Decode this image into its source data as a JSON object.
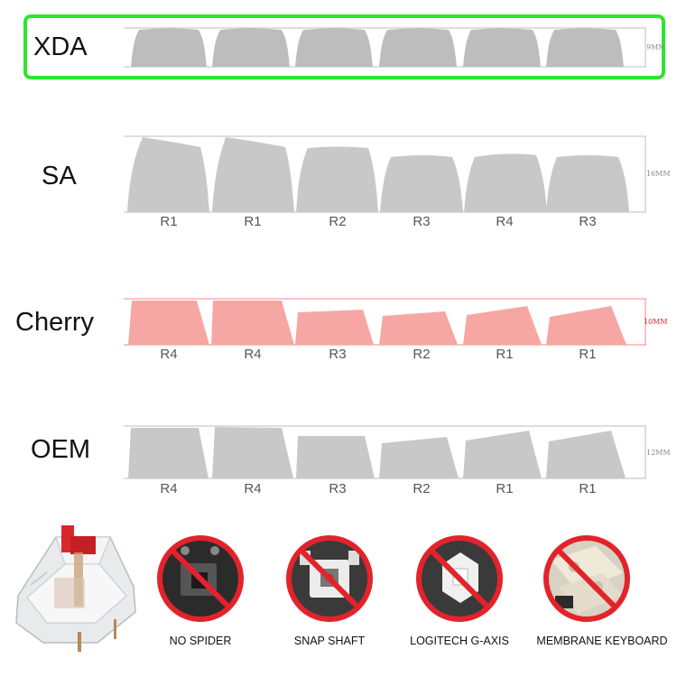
{
  "profiles": [
    {
      "name": "XDA",
      "height": "9MM",
      "rows": []
    },
    {
      "name": "SA",
      "height": "16MM",
      "rows": [
        "R1",
        "R1",
        "R2",
        "R3",
        "R4",
        "R3"
      ]
    },
    {
      "name": "Cherry",
      "height": "10MM",
      "rows": [
        "R4",
        "R4",
        "R3",
        "R2",
        "R1",
        "R1"
      ]
    },
    {
      "name": "OEM",
      "height": "12MM",
      "rows": [
        "R4",
        "R4",
        "R3",
        "R2",
        "R1",
        "R1"
      ]
    }
  ],
  "highlight_color": "#2ee52e",
  "keycap_color": "#c8c8c8",
  "cherry_color": "#f7a7a3",
  "cherry_label_color": "#e02020",
  "features": [
    {
      "caption": "NO SPIDER",
      "icon": "no-spider-icon"
    },
    {
      "caption": "SNAP SHAFT",
      "icon": "snap-shaft-icon"
    },
    {
      "caption": "LOGITECH G-AXIS",
      "icon": "logitech-g-axis-icon"
    },
    {
      "caption": "MEMBRANE KEYBOARD",
      "icon": "membrane-keyboard-icon"
    }
  ],
  "switch_image": "red-switch-icon"
}
